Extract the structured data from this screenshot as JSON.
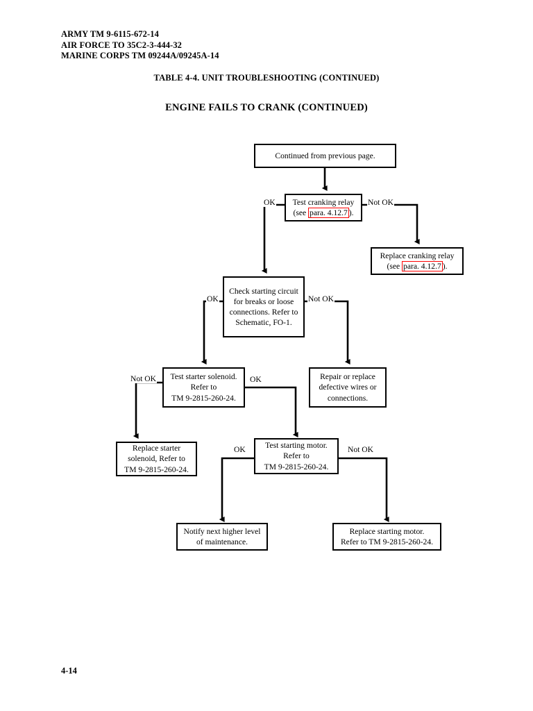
{
  "document": {
    "header_lines": [
      "ARMY TM 9-6115-672-14",
      "AIR FORCE TO 35C2-3-444-32",
      "MARINE CORPS TM 09244A/09245A-14"
    ],
    "table_title": "TABLE 4-4.  UNIT TROUBLESHOOTING (CONTINUED)",
    "section_title": "ENGINE FAILS TO CRANK (CONTINUED)",
    "page_number": "4-14"
  },
  "colors": {
    "link_outline": "#ff0000",
    "box_border": "#000000",
    "text": "#000000",
    "background": "#ffffff"
  },
  "flowchart": {
    "nodes": [
      {
        "id": "continued",
        "text": "Continued from previous page."
      },
      {
        "id": "test-cranking-relay",
        "text_before_link": "Test cranking relay\n(see ",
        "link_text": "para. 4.12.7",
        "text_after_link": ")."
      },
      {
        "id": "replace-cranking-relay",
        "text_before_link": "Replace cranking relay\n(see ",
        "link_text": "para. 4.12.7",
        "text_after_link": ")."
      },
      {
        "id": "check-starting-circuit",
        "text": "Check starting circuit\nfor breaks or loose\nconnections.  Refer to\nSchematic, FO-1."
      },
      {
        "id": "test-starter-solenoid",
        "text": "Test starter solenoid.\nRefer to\nTM 9-2815-260-24."
      },
      {
        "id": "repair-or-replace-wires",
        "text": "Repair or replace\ndefective wires or\nconnections."
      },
      {
        "id": "replace-starter-solenoid",
        "text": "Replace starter\nsolenoid,  Refer to\nTM 9-2815-260-24."
      },
      {
        "id": "test-starting-motor",
        "text": "Test starting motor.\nRefer to\nTM 9-2815-260-24."
      },
      {
        "id": "notify-next-higher-level",
        "text": "Notify next higher level\nof maintenance."
      },
      {
        "id": "replace-starting-motor",
        "text": "Replace starting motor.\nRefer to TM 9-2815-260-24."
      }
    ],
    "edge_labels": [
      {
        "id": "relay-ok",
        "text": "OK"
      },
      {
        "id": "relay-not-ok",
        "text": "Not OK"
      },
      {
        "id": "circuit-ok",
        "text": "OK"
      },
      {
        "id": "circuit-not-ok",
        "text": "Not OK"
      },
      {
        "id": "solenoid-not-ok",
        "text": "Not OK"
      },
      {
        "id": "solenoid-ok",
        "text": "OK"
      },
      {
        "id": "motor-ok",
        "text": "OK"
      },
      {
        "id": "motor-not-ok",
        "text": "Not OK"
      }
    ]
  }
}
